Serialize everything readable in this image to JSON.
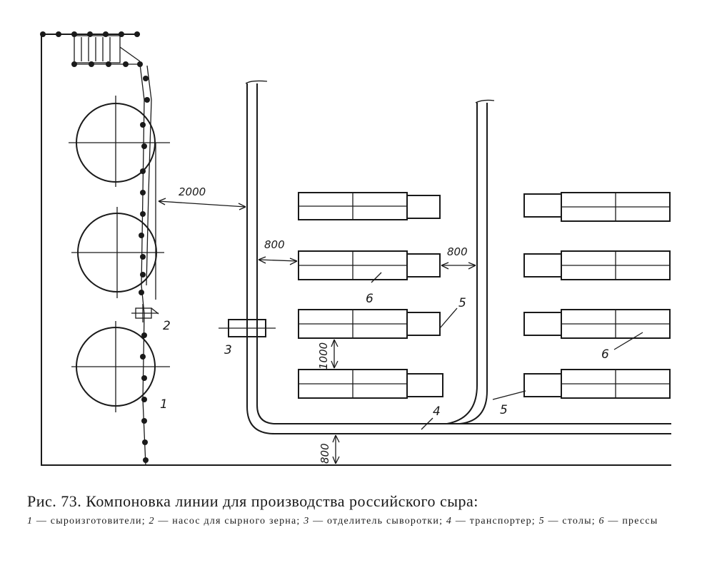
{
  "figure": {
    "callouts": {
      "n1": "1",
      "n2": "2",
      "n3": "3",
      "n4": "4",
      "n5a": "5",
      "n5b": "5",
      "n6a": "6",
      "n6b": "6"
    },
    "dimensions": {
      "d2000": "2000",
      "d800_left": "800",
      "d800_right": "800",
      "d1000": "1000",
      "d800_bottom": "800"
    }
  },
  "caption": {
    "title": "Рис. 73. Компоновка линии для производства российского сыра:",
    "legend": [
      {
        "n": "1",
        "text": " — сыроизготовители; "
      },
      {
        "n": "2",
        "text": " — насос для сырного зерна; "
      },
      {
        "n": "3",
        "text": " — отделитель сыворотки; "
      },
      {
        "n": "4",
        "text": " — транспортер; "
      },
      {
        "n": "5",
        "text": " — столы; "
      },
      {
        "n": "6",
        "text": " — прессы"
      }
    ]
  }
}
